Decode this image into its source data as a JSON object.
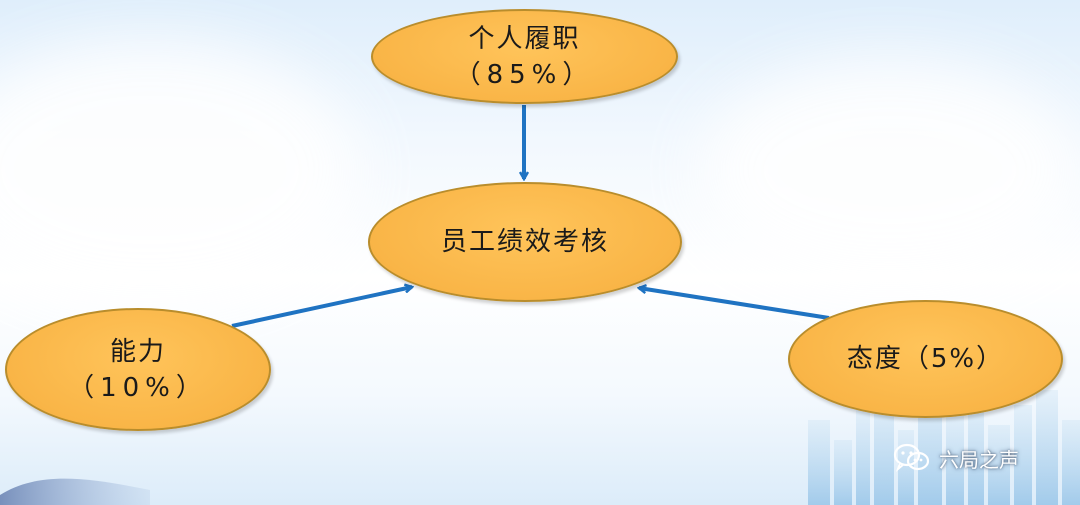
{
  "nodes": {
    "top": {
      "title": "个人履职",
      "percent": "（85%）"
    },
    "center": {
      "title": "员工绩效考核"
    },
    "left": {
      "title": "能力",
      "percent": "（10%）"
    },
    "right": {
      "title": "态度（5%）"
    }
  },
  "watermark": {
    "text": "六局之声",
    "icon": "wechat-icon"
  },
  "colors": {
    "node_fill": "#f9b547",
    "node_border": "#b98d2c",
    "arrow": "#1f73c2"
  }
}
